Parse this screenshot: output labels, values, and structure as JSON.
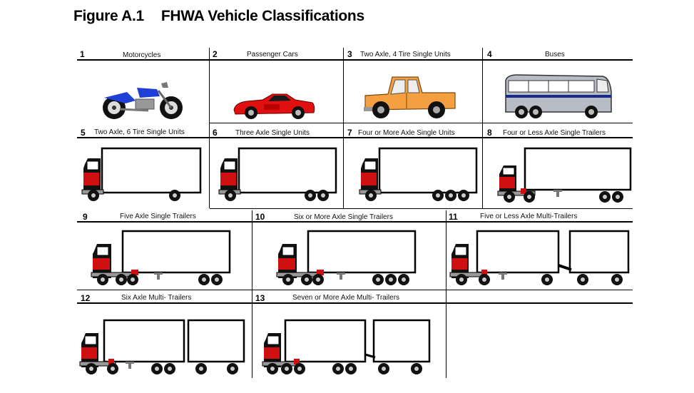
{
  "figure": {
    "label": "Figure A.1",
    "title": "FHWA Vehicle Classifications"
  },
  "classes": [
    {
      "number": "1",
      "label": "Motorcycles",
      "icon": "motorcycle-icon"
    },
    {
      "number": "2",
      "label": "Passenger Cars",
      "icon": "car-icon"
    },
    {
      "number": "3",
      "label": "Two Axle, 4 Tire Single Units",
      "icon": "pickup-truck-icon"
    },
    {
      "number": "4",
      "label": "Buses",
      "icon": "bus-icon"
    },
    {
      "number": "5",
      "label": "Two Axle, 6 Tire Single Units",
      "icon": "truck-icon"
    },
    {
      "number": "6",
      "label": "Three Axle Single Units",
      "icon": "truck-icon"
    },
    {
      "number": "7",
      "label": "Four or More Axle Single Units",
      "icon": "truck-icon"
    },
    {
      "number": "8",
      "label": "Four or Less Axle Single Trailers",
      "icon": "tractor-trailer-icon"
    },
    {
      "number": "9",
      "label": "Five Axle Single Trailers",
      "icon": "tractor-trailer-icon"
    },
    {
      "number": "10",
      "label": "Six or More Axle Single Trailers",
      "icon": "tractor-trailer-icon"
    },
    {
      "number": "11",
      "label": "Five or Less Axle Multi-Trailers",
      "icon": "multi-trailer-icon"
    },
    {
      "number": "12",
      "label": "Six Axle Multi- Trailers",
      "icon": "multi-trailer-icon"
    },
    {
      "number": "13",
      "label": "Seven or More Axle Multi- Trailers",
      "icon": "multi-trailer-icon"
    }
  ],
  "colors": {
    "motorcycle": "#1f3fd6",
    "car": "#e01010",
    "pickup": "#f5a040",
    "bus": "#b8bcc4",
    "bus_stripe": "#1a2a8a",
    "cab": "#d01010"
  }
}
